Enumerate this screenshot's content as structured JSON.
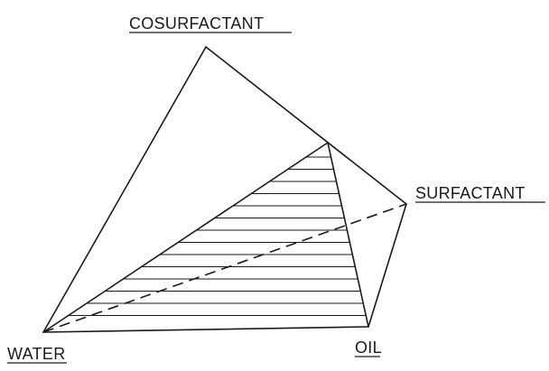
{
  "labels": {
    "cosurfactant": "COSURFACTANT",
    "surfactant": "SURFACTANT",
    "water": "WATER",
    "oil": "OIL"
  },
  "colors": {
    "ink": "#1a1a1a",
    "background": "#ffffff"
  }
}
